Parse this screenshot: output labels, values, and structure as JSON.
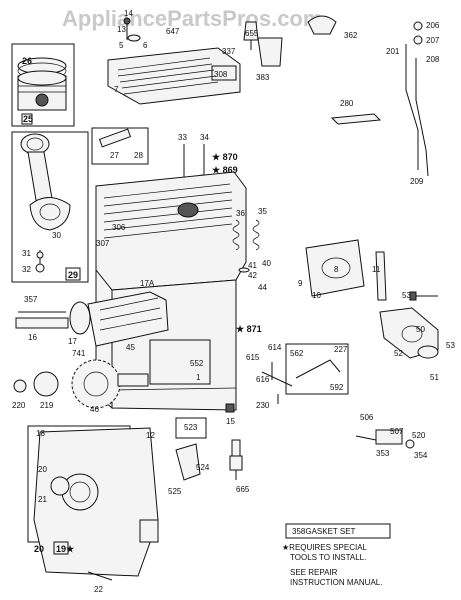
{
  "watermark": "AppliancePartsPros.com",
  "labels": {
    "p14": "14",
    "p13": "13",
    "p5": "5",
    "p6": "6",
    "p647": "647",
    "p655": "655",
    "p337": "337",
    "p383": "383",
    "p362": "362",
    "p206": "206",
    "p207": "207",
    "p201": "201",
    "p208": "208",
    "p26": "26",
    "p308": "308",
    "p7": "7",
    "p25": "25",
    "p280": "280",
    "p33": "33",
    "p34": "34",
    "p27": "27",
    "p28": "28",
    "p870": "★ 870",
    "p869": "★ 869",
    "p209": "209",
    "p306": "306",
    "p36": "36",
    "p35": "35",
    "p30": "30",
    "p307": "307",
    "p31": "31",
    "p32": "32",
    "p29": "29",
    "p41": "41",
    "p40": "40",
    "p8": "8",
    "p9": "9",
    "p11": "11",
    "p10": "10",
    "p42": "42",
    "p44": "44",
    "p17a": "17A",
    "p357": "357",
    "p53": "53",
    "p16": "16",
    "p17": "17",
    "p871": "★ 871",
    "p50": "50",
    "p741": "741",
    "p45": "45",
    "p614": "614",
    "p227": "227",
    "p562": "562",
    "p615": "615",
    "p52": "52",
    "p51": "51",
    "p552": "552",
    "p1": "1",
    "p616": "616",
    "p592": "592",
    "p220": "220",
    "p219": "219",
    "p46": "46",
    "p230": "230",
    "p18": "18",
    "p12": "12",
    "p15": "15",
    "p523": "523",
    "p506": "506",
    "p507": "507",
    "p520": "520",
    "p353": "353",
    "p354": "354",
    "p20a": "20",
    "p524": "524",
    "p21": "21",
    "p525": "525",
    "p665": "665",
    "p20b": "20",
    "p19": "19★",
    "p22": "22"
  },
  "notes": {
    "gasket_set": "358GASKET SET",
    "requires_special": "★REQUIRES SPECIAL",
    "tools_to_install": "TOOLS TO INSTALL.",
    "see_repair": "SEE REPAIR",
    "instruction_manual": "INSTRUCTION MANUAL."
  }
}
